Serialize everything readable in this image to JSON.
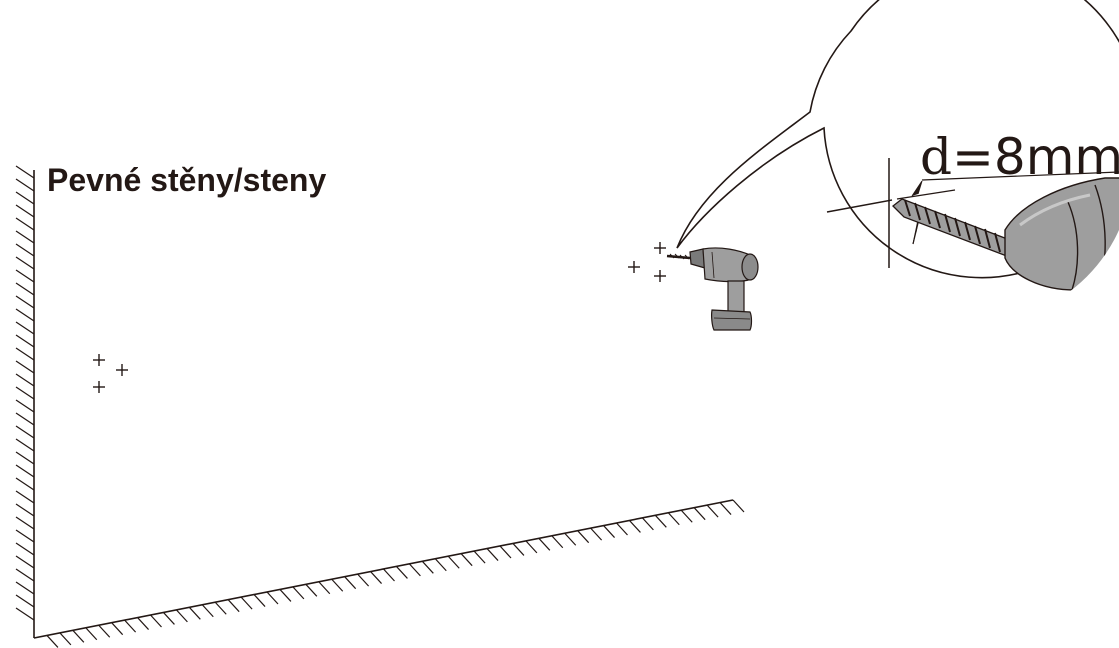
{
  "heading": "Pevné stěny/steny",
  "dimension": {
    "symbol": "d",
    "value": "=8mm"
  },
  "drill_hole_marks": [
    "+",
    "+",
    "+"
  ],
  "colors": {
    "line": "#231815",
    "drill_body": "#9e9e9e",
    "drill_shade": "#7a7a7a",
    "drill_highlight": "#c8c8c8",
    "background": "#ffffff"
  }
}
